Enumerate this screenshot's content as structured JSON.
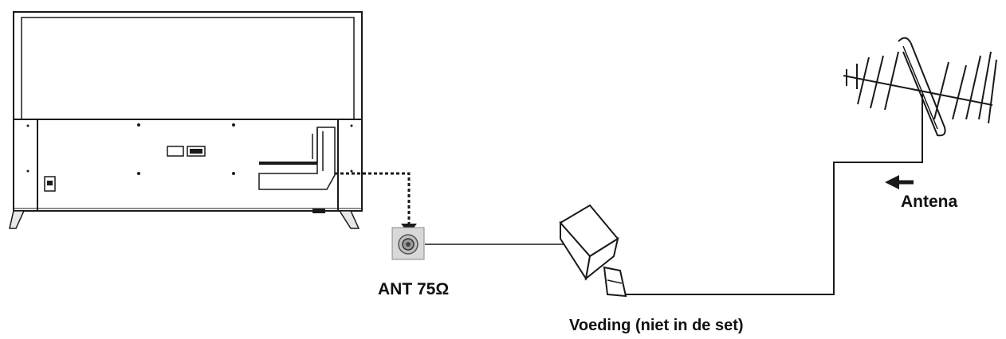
{
  "labels": {
    "ant_port": "ANT 75Ω",
    "power_supply": "Voeding (niet in de set)",
    "antenna": "Antena"
  },
  "colors": {
    "line": "#1a1a1a",
    "background": "#ffffff"
  }
}
